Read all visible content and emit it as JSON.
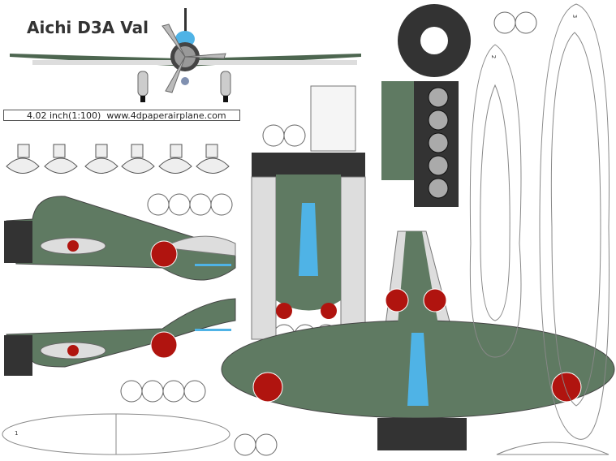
{
  "title": "Aichi D3A Val",
  "scale_text": "4.02 inch(1:100)",
  "website": "www.4dpaperairplane.com",
  "part_labels": [
    "1",
    "2",
    "3"
  ],
  "colors": {
    "camo_green": "#5f7a62",
    "roundel": "#b0140f",
    "canopy": "#4fb3e6",
    "engine": "#333333",
    "light_gray": "#d8d8d8"
  }
}
